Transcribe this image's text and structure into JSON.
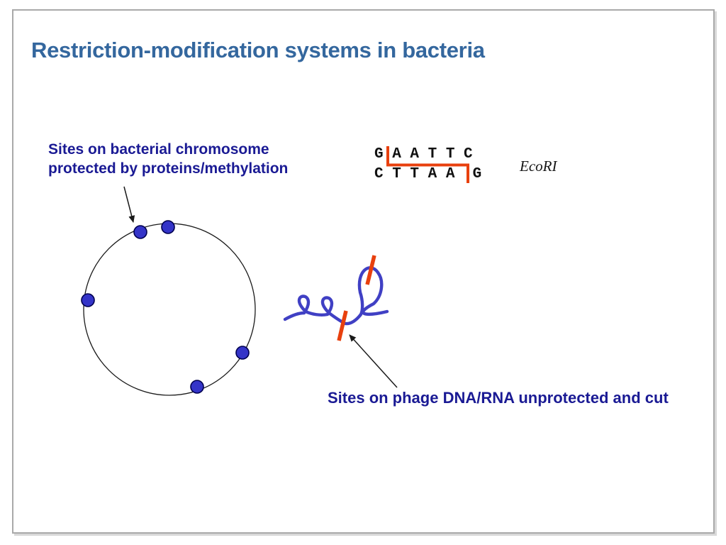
{
  "slide": {
    "title": "Restriction-modification systems in bacteria",
    "chromosome_label": {
      "line1": "Sites on bacterial chromosome",
      "line2": "protected by proteins/methylation"
    },
    "sequence": {
      "top_strand": "G A A T T C",
      "bottom_strand": "C T T A A  G",
      "enzyme": "EcoRI"
    },
    "phage_label": "Sites on phage DNA/RNA unprotected and cut",
    "diagram": {
      "chromosome_site_count": 5,
      "phage_cut_site_count": 2
    },
    "colors": {
      "title_text": "#34679e",
      "label_text": "#1a1a94",
      "sequence_text": "#111111",
      "site_dot_fill": "#3434c8",
      "site_dot_stroke": "#000050",
      "phage_strand": "#4040c4",
      "cut_mark": "#e8400e",
      "outline_black": "#1a1a1a"
    }
  }
}
